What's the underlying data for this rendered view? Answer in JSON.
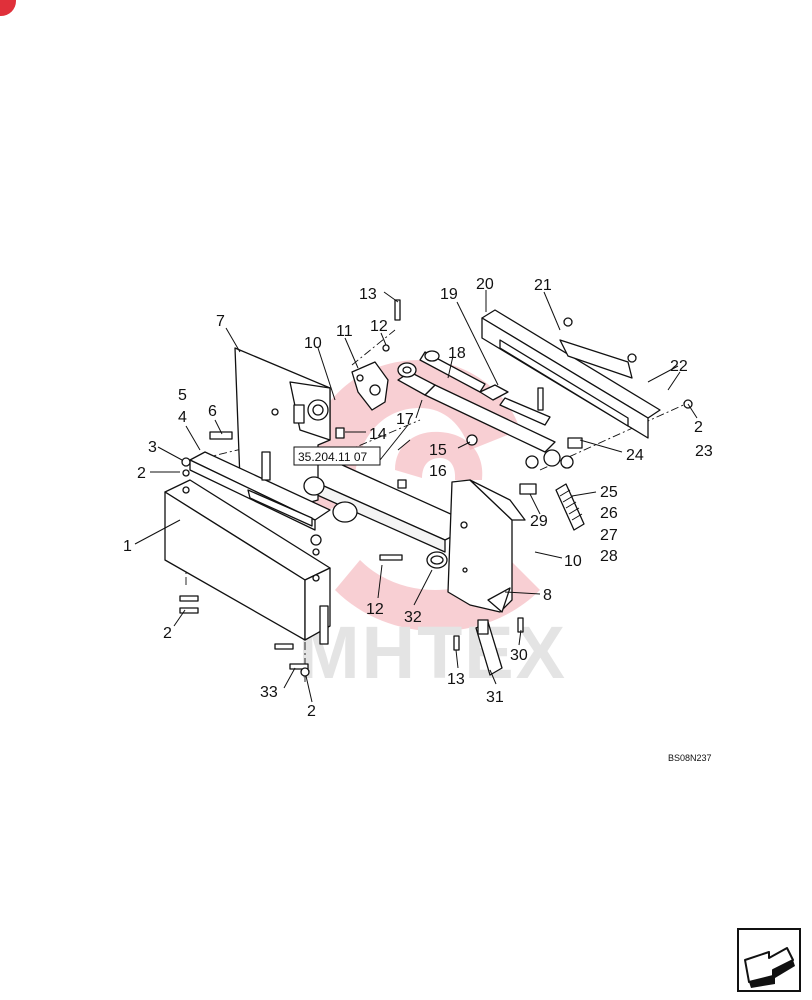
{
  "diagram": {
    "reference_code": "BS08N237",
    "cross_reference": "35.204.11 07",
    "watermark": "MHTEX",
    "callouts": [
      {
        "id": "c1",
        "text": "1"
      },
      {
        "id": "c2a",
        "text": "2"
      },
      {
        "id": "c2b",
        "text": "2"
      },
      {
        "id": "c2c",
        "text": "2"
      },
      {
        "id": "c2d",
        "text": "2"
      },
      {
        "id": "c3",
        "text": "3"
      },
      {
        "id": "c4",
        "text": "4"
      },
      {
        "id": "c5",
        "text": "5"
      },
      {
        "id": "c6",
        "text": "6"
      },
      {
        "id": "c7",
        "text": "7"
      },
      {
        "id": "c8",
        "text": "8"
      },
      {
        "id": "c10a",
        "text": "10"
      },
      {
        "id": "c10b",
        "text": "10"
      },
      {
        "id": "c11",
        "text": "11"
      },
      {
        "id": "c12a",
        "text": "12"
      },
      {
        "id": "c12b",
        "text": "12"
      },
      {
        "id": "c13a",
        "text": "13"
      },
      {
        "id": "c13b",
        "text": "13"
      },
      {
        "id": "c14",
        "text": "14"
      },
      {
        "id": "c15",
        "text": "15"
      },
      {
        "id": "c16",
        "text": "16"
      },
      {
        "id": "c17",
        "text": "17"
      },
      {
        "id": "c18",
        "text": "18"
      },
      {
        "id": "c19",
        "text": "19"
      },
      {
        "id": "c20",
        "text": "20"
      },
      {
        "id": "c21",
        "text": "21"
      },
      {
        "id": "c22",
        "text": "22"
      },
      {
        "id": "c23",
        "text": "23"
      },
      {
        "id": "c24",
        "text": "24"
      },
      {
        "id": "c25",
        "text": "25"
      },
      {
        "id": "c26",
        "text": "26"
      },
      {
        "id": "c27",
        "text": "27"
      },
      {
        "id": "c28",
        "text": "28"
      },
      {
        "id": "c29",
        "text": "29"
      },
      {
        "id": "c30",
        "text": "30"
      },
      {
        "id": "c31",
        "text": "31"
      },
      {
        "id": "c32",
        "text": "32"
      },
      {
        "id": "c33",
        "text": "33"
      }
    ]
  },
  "navigation": {
    "next_icon": "arrow-next-icon"
  },
  "colors": {
    "badge": "#e0303a",
    "watermark": "#f3a7ae",
    "line": "#111111"
  }
}
